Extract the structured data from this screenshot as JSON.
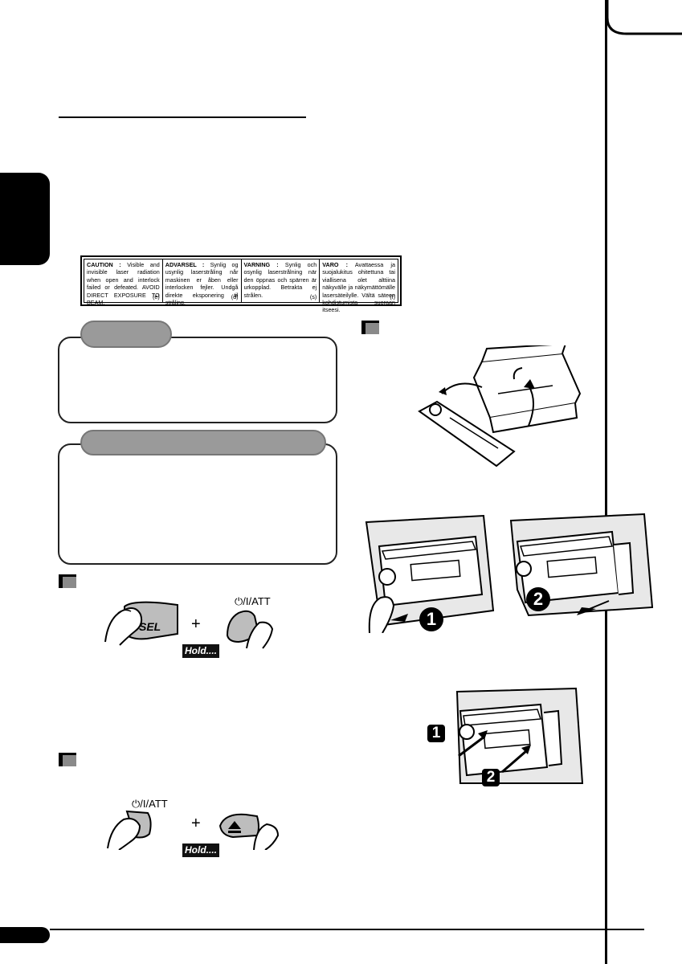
{
  "caution_label": {
    "cells": [
      {
        "title": "CAUTION :",
        "body": "Visible and invisible laser radiation when open and interlock failed or defeated. AVOID DIRECT EXPOSURE TO BEAM.",
        "code": "(e)"
      },
      {
        "title": "ADVARSEL :",
        "body": "Synlig og usynlig laserstråling når maskinen er åben eller interlocken fejler. Undgå direkte eksponering til stråling.",
        "code": "(d)"
      },
      {
        "title": "VARNING :",
        "body": "Synlig och osynlig laserstrålning när den öppnas och spärren är urkopplad. Betrakta ej strålen.",
        "code": "(s)"
      },
      {
        "title": "VARO :",
        "body": "Avattaessa ja suojalukitus ohitettuna tai viallisena olet alttiina näkyvälle ja näkymättömälle lasersäteilylle. Vältä säteen kohdistumista suoraan itseesi.",
        "code": "(f)"
      }
    ]
  },
  "illustrations": {
    "sel_button": "SEL",
    "power_att_label": "⏻/I/ATT",
    "hold_label": "Hold....",
    "plus": "+",
    "step_1": "1",
    "step_2": "2"
  },
  "colors": {
    "pill_gray": "#9a9a9a",
    "marker_gray": "#8a8a8a"
  }
}
